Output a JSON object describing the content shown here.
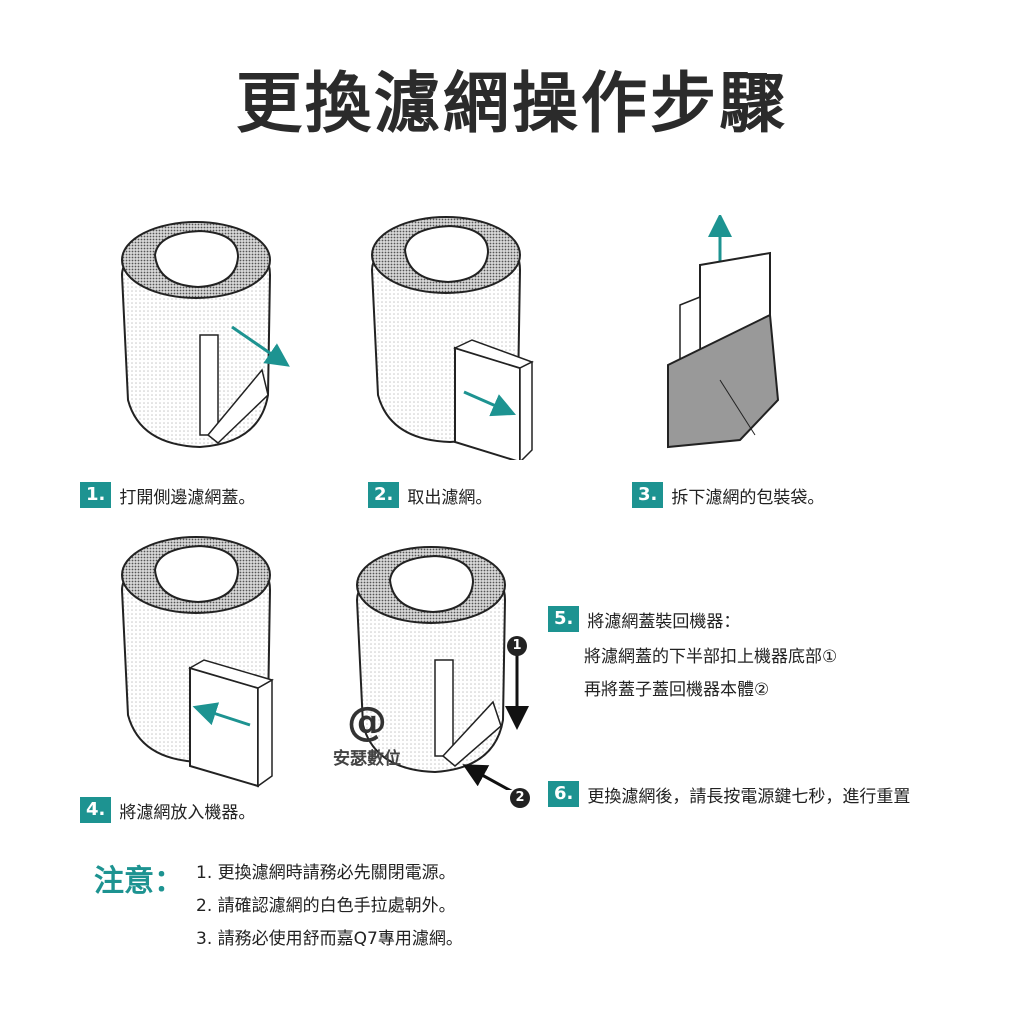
{
  "title": "更換濾網操作步驟",
  "steps": [
    {
      "num": "1.",
      "text": "打開側邊濾網蓋。"
    },
    {
      "num": "2.",
      "text": "取出濾網。"
    },
    {
      "num": "3.",
      "text": "拆下濾網的包裝袋。"
    },
    {
      "num": "4.",
      "text": "將濾網放入機器。"
    },
    {
      "num": "5.",
      "text": "將濾網蓋裝回機器：",
      "lines": [
        "將濾網蓋的下半部扣上機器底部①",
        "再將蓋子蓋回機器本體②"
      ]
    },
    {
      "num": "6.",
      "text": "更換濾網後，請長按電源鍵七秒，進行重置"
    }
  ],
  "markers": [
    "1",
    "2"
  ],
  "watermark": {
    "symbol": "@",
    "text": "安瑟數位"
  },
  "notes": {
    "heading": "注意：",
    "items": [
      "1.  更換濾網時請務必先關閉電源。",
      "2.  請確認濾網的白色手拉處朝外。",
      "3.  請務必使用舒而嘉Q7專用濾網。"
    ]
  },
  "colors": {
    "accent": "#1d9391"
  }
}
